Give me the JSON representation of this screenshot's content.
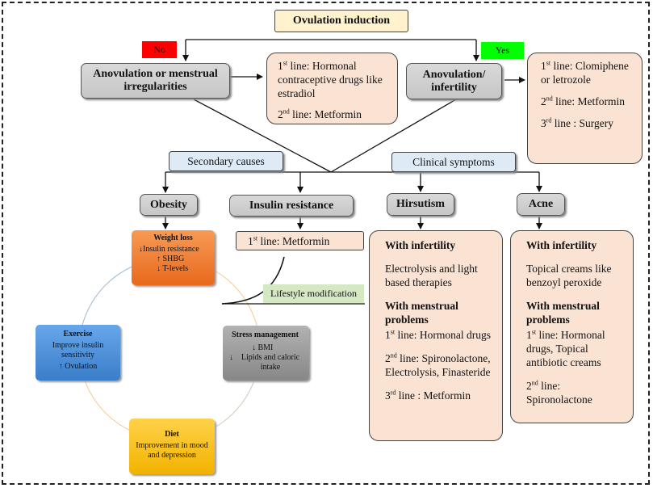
{
  "title": "Ovulation induction",
  "no_label": "No",
  "yes_label": "Yes",
  "no_branch": {
    "title": "Anovulation or menstrual irregularities",
    "line1": "line: Hormonal contraceptive drugs like estradiol",
    "line2": "line: Metformin"
  },
  "yes_branch": {
    "title": "Anovulation/ infertility",
    "line1": "line: Clomiphene or letrozole",
    "line2": "line: Metformin",
    "line3": "line : Surgery"
  },
  "ord": {
    "st": "st",
    "nd": "nd",
    "rd": "rd",
    "n1": "1",
    "n2": "2",
    "n3": "3"
  },
  "secondary_causes": "Secondary causes",
  "clinical_symptoms": "Clinical symptoms",
  "obesity": "Obesity",
  "insulin_resistance": {
    "title": "Insulin resistance",
    "line1": "line: Metformin"
  },
  "hirsutism": {
    "title": "Hirsutism",
    "infertility_heading": "With infertility",
    "infertility_text": "Electrolysis and light based therapies",
    "menstrual_heading": "With menstrual problems",
    "line1": "line: Hormonal drugs",
    "line2": "line: Spironolactone, Electrolysis, Finasteride",
    "line3": "line : Metformin"
  },
  "acne": {
    "title": "Acne",
    "infertility_heading": "With infertility",
    "infertility_text": "Topical creams like benzoyl peroxide",
    "menstrual_heading": "With menstrual problems",
    "line1": "line: Hormonal drugs, Topical antibiotic creams",
    "line2": "line: Spironolactone"
  },
  "lifestyle_label": "Lifestyle modification",
  "lifestyle": {
    "weight_loss": {
      "title": "Weight loss",
      "item1": "Insulin resistance",
      "item2": "SHBG",
      "item3": "T-levels"
    },
    "stress": {
      "title": "Stress management",
      "item1": "BMI",
      "item2": "Lipids and caloric intake"
    },
    "diet": {
      "title": "Diet",
      "text": "Improvement in mood and depression"
    },
    "exercise": {
      "title": "Exercise",
      "text": "Improve insulin sensitivity",
      "item1": "Ovulation"
    }
  },
  "colors": {
    "no": "#ff0000",
    "yes": "#00ff00",
    "title_bg": "#fff2cc",
    "peach": "#fbe3d4",
    "weight_loss": "#f47a2a",
    "stress": "#9a9a9a",
    "diet": "#ffc000",
    "exercise": "#4a8ed8",
    "lifestyle_bg": "#d5e8c4"
  }
}
